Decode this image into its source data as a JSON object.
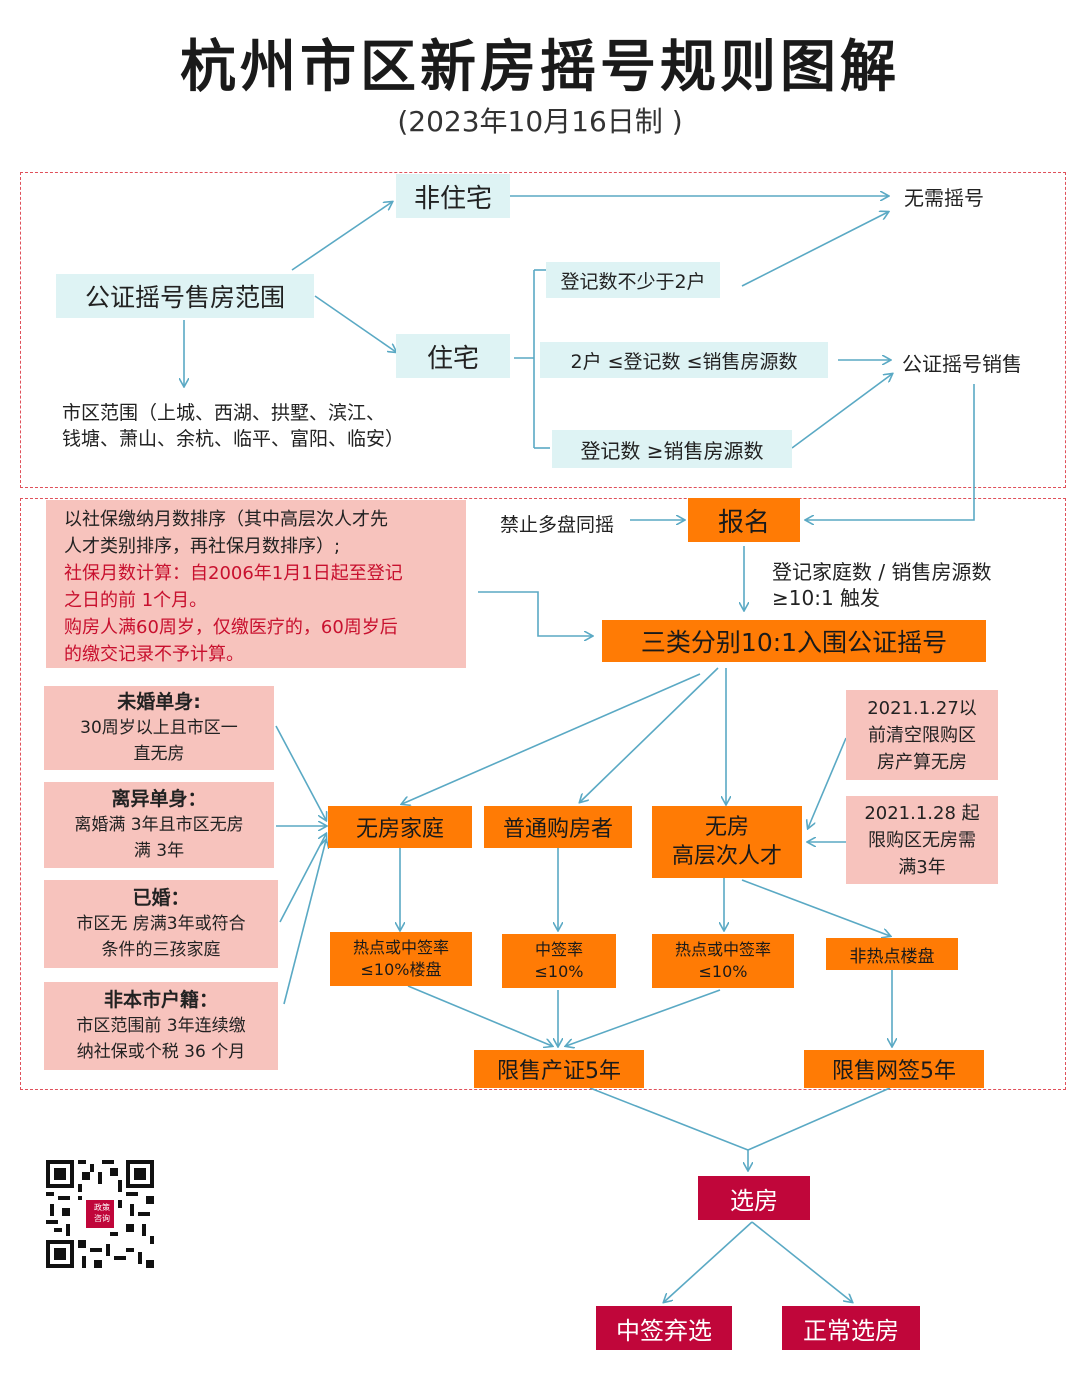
{
  "title": "杭州市区新房摇号规则图解",
  "subtitle": "(2023年10月16日制 )",
  "top": {
    "gongzheng": "公证摇号售房范围",
    "scope_line1": "市区范围（上城、西湖、拱墅、滨江、",
    "scope_line2": "钱塘、萧山、余杭、临平、富阳、临安）",
    "feizhuzhai": "非住宅",
    "zhuzhai": "住宅",
    "wuxu": "无需摇号",
    "cond1": "登记数不少于2户",
    "cond2": "2户 ≤登记数 ≤销售房源数",
    "cond3": "登记数 ≥销售房源数",
    "gongzheng_sale": "公证摇号销售"
  },
  "middle": {
    "baoming": "报名",
    "jinzhi": "禁止多盘同摇",
    "trigger_line1": "登记家庭数 / 销售房源数",
    "trigger_line2": "≥10:1 触发",
    "sanlei": "三类分别10:1入围公证摇号",
    "rule_line1": "以社保缴纳月数排序（其中高层次人才先",
    "rule_line2": "人才类别排序，再社保月数排序）;",
    "rule_line3": "社保月数计算：自2006年1月1日起至登记",
    "rule_line4": "之日的前 1个月。",
    "rule_line5": "购房人满60周岁，仅缴医疗的，60周岁后",
    "rule_line6": "的缴交记录不予计算。",
    "weihun_title": "未婚单身:",
    "weihun_l1": "30周岁以上且市区一",
    "weihun_l2": "直无房",
    "liyi_title": "离异单身：",
    "liyi_l1": "离婚满 3年且市区无房",
    "liyi_l2": "满 3年",
    "yihun_title": "已婚：",
    "yihun_l1": "市区无 房满3年或符合",
    "yihun_l2": "条件的三孩家庭",
    "feiben_title": "非本市户籍：",
    "feiben_l1": "市区范围前 3年连续缴",
    "feiben_l2": "纳社保或个税 36 个月",
    "wufang": "无房家庭",
    "putong": "普通购房者",
    "rencai_l1": "无房",
    "rencai_l2": "高层次人才",
    "date1_l1": "2021.1.27以",
    "date1_l2": "前清空限购区",
    "date1_l3": "房产算无房",
    "date2_l1": "2021.1.28 起",
    "date2_l2": "限购区无房需",
    "date2_l3": "满3年",
    "hot1_l1": "热点或中签率",
    "hot1_l2": "≤10%楼盘",
    "hot2_l1": "中签率",
    "hot2_l2": "≤10%",
    "hot3_l1": "热点或中签率",
    "hot3_l2": "≤10%",
    "nonhot": "非热点楼盘",
    "xianshou_cz": "限售产证5年",
    "xianshou_wq": "限售网签5年"
  },
  "bottom": {
    "xuanfang": "选房",
    "qixuan": "中签弃选",
    "zhengchang": "正常选房",
    "stamp_l1": "政策",
    "stamp_l2": "咨询"
  },
  "colors": {
    "cyan": "#def3f4",
    "orange": "#ff7b05",
    "pink": "#f7c3bd",
    "crimson": "#c0063a",
    "arrow": "#5aa9c4",
    "dash": "#e0505a",
    "red_text": "#c8102e"
  }
}
